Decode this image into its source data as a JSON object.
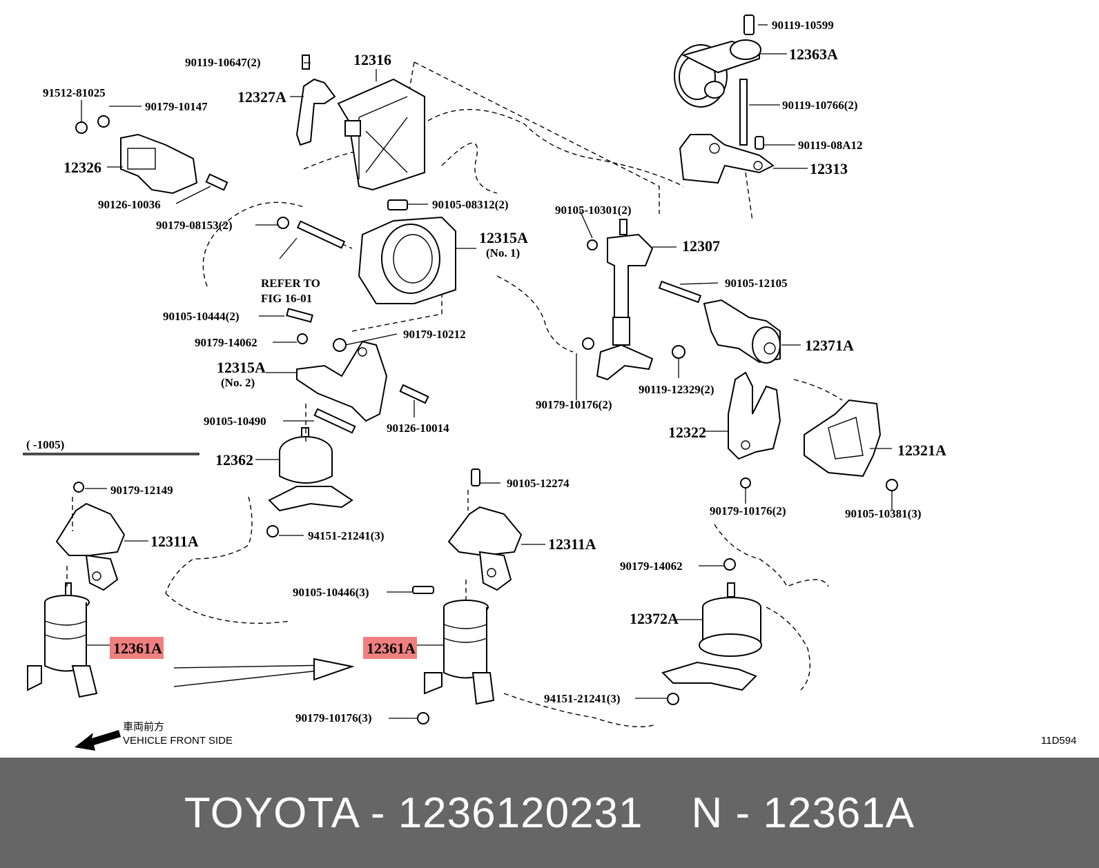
{
  "diagram": {
    "labels": {
      "p90119_10599": "90119-10599",
      "p12363A": "12363A",
      "p90119_10766": "90119-10766(2)",
      "p90119_08A12": "90119-08A12",
      "p12313": "12313",
      "p90119_10647": "90119-10647(2)",
      "p12316": "12316",
      "p12327A": "12327A",
      "p91512_81025": "91512-81025",
      "p90179_10147": "90179-10147",
      "p12326": "12326",
      "p90126_10036": "90126-10036",
      "p90105_08312": "90105-08312(2)",
      "p90179_08153": "90179-08153(2)",
      "p12315A_1": "12315A",
      "no1": "(No. 1)",
      "p90105_10301": "90105-10301(2)",
      "p12307": "12307",
      "refer1": "REFER TO",
      "refer2": "FIG 16-01",
      "p90105_12105": "90105-12105",
      "p90105_10444": "90105-10444(2)",
      "p90179_10212": "90179-10212",
      "p90179_14062a": "90179-14062",
      "p12371A": "12371A",
      "p12315A_2": "12315A",
      "no2": "(No. 2)",
      "p90119_12329": "90119-12329(2)",
      "p90179_10176a": "90179-10176(2)",
      "p90105_10490": "90105-10490",
      "p90126_10014": "90126-10014",
      "p12322": "12322",
      "p12321A": "12321A",
      "range": "(      -1005)",
      "p12362": "12362",
      "p90179_12149": "90179-12149",
      "p90105_12274": "90105-12274",
      "p90179_10176b": "90179-10176(2)",
      "p90105_10381": "90105-10381(3)",
      "p94151_21241a": "94151-21241(3)",
      "p12311A_a": "12311A",
      "p12311A_b": "12311A",
      "p90179_14062b": "90179-14062",
      "p90105_10446": "90105-10446(3)",
      "p12372A": "12372A",
      "p12361A_a": "12361A",
      "p12361A_b": "12361A",
      "p94151_21241b": "94151-21241(3)",
      "p90179_10176c": "90179-10176(3)",
      "front_jp": "車両前方",
      "front_en": "VEHICLE FRONT SIDE",
      "fig_code": "11D594"
    },
    "highlight_color": "#f08080"
  },
  "footer": {
    "brand": "TOYOTA - 1236120231",
    "ref": "N - 12361A",
    "background": "#666666"
  }
}
